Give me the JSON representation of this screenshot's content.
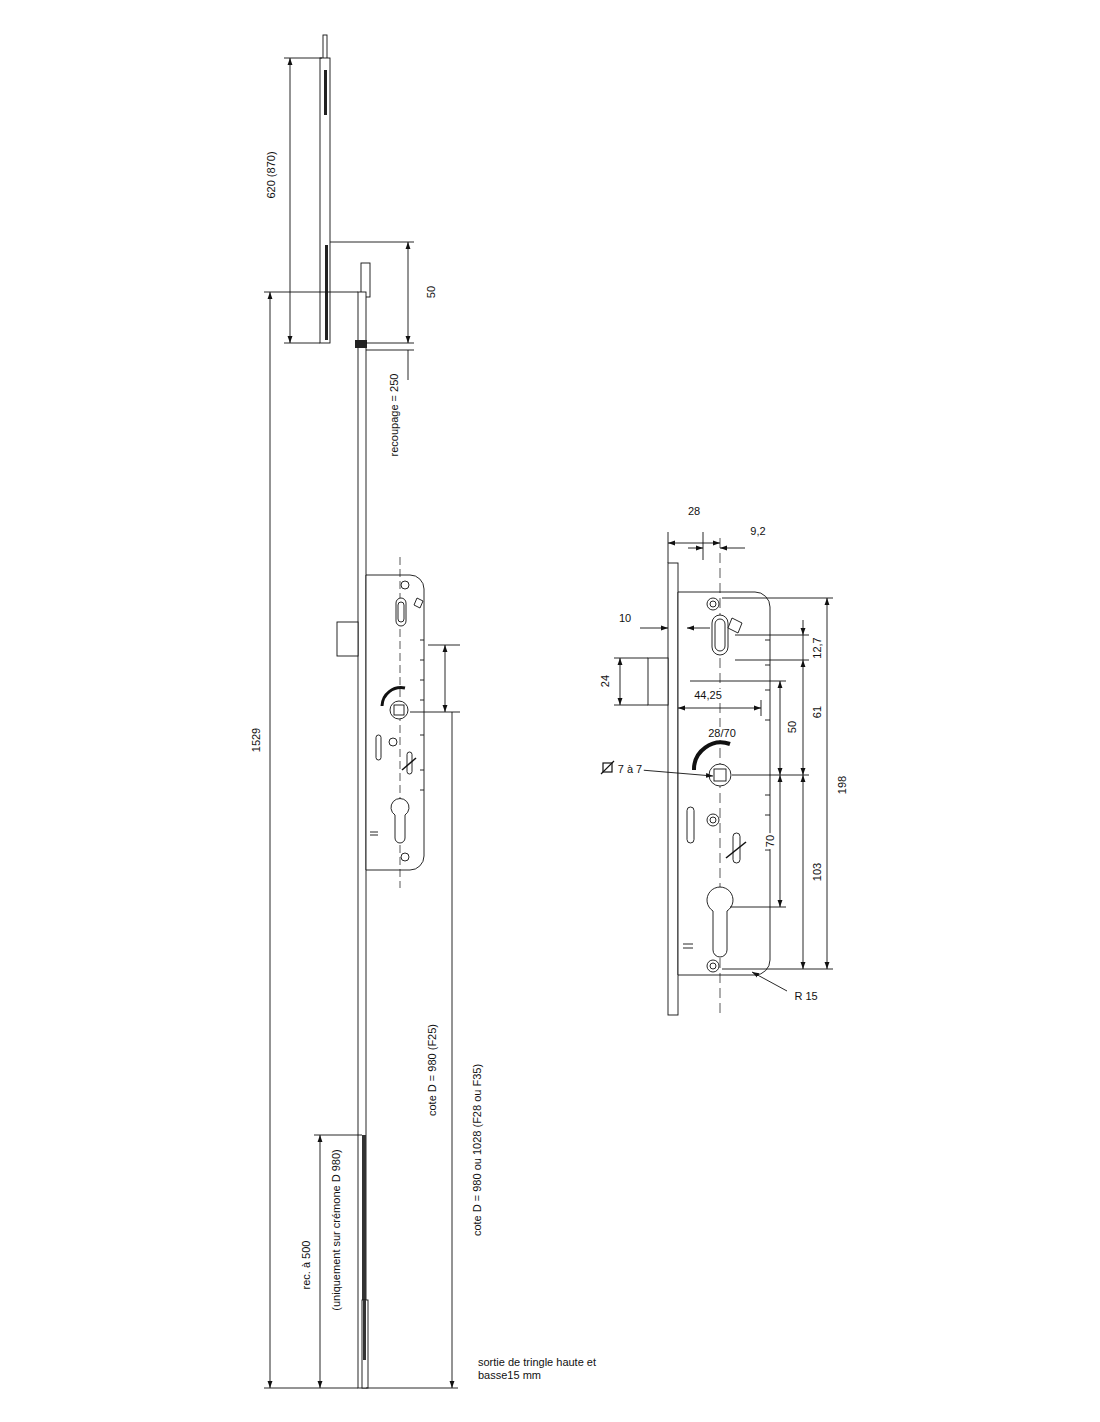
{
  "diagram": {
    "labels": [
      "620 (870)",
      "50",
      "recoupage = 250",
      "1529",
      "cote D = 980 (F25)",
      "cote D = 980 ou 1028 (F28 ou F35)",
      "rec. à 500",
      "(uniquement sur crémone D 980)",
      "sortie de tringle haute et basse15 mm",
      "28",
      "9,2",
      "10",
      "24",
      "44,25",
      "28/70",
      "7 à 7",
      "12,7",
      "50",
      "61",
      "198",
      "70",
      "103",
      "R 15"
    ]
  }
}
